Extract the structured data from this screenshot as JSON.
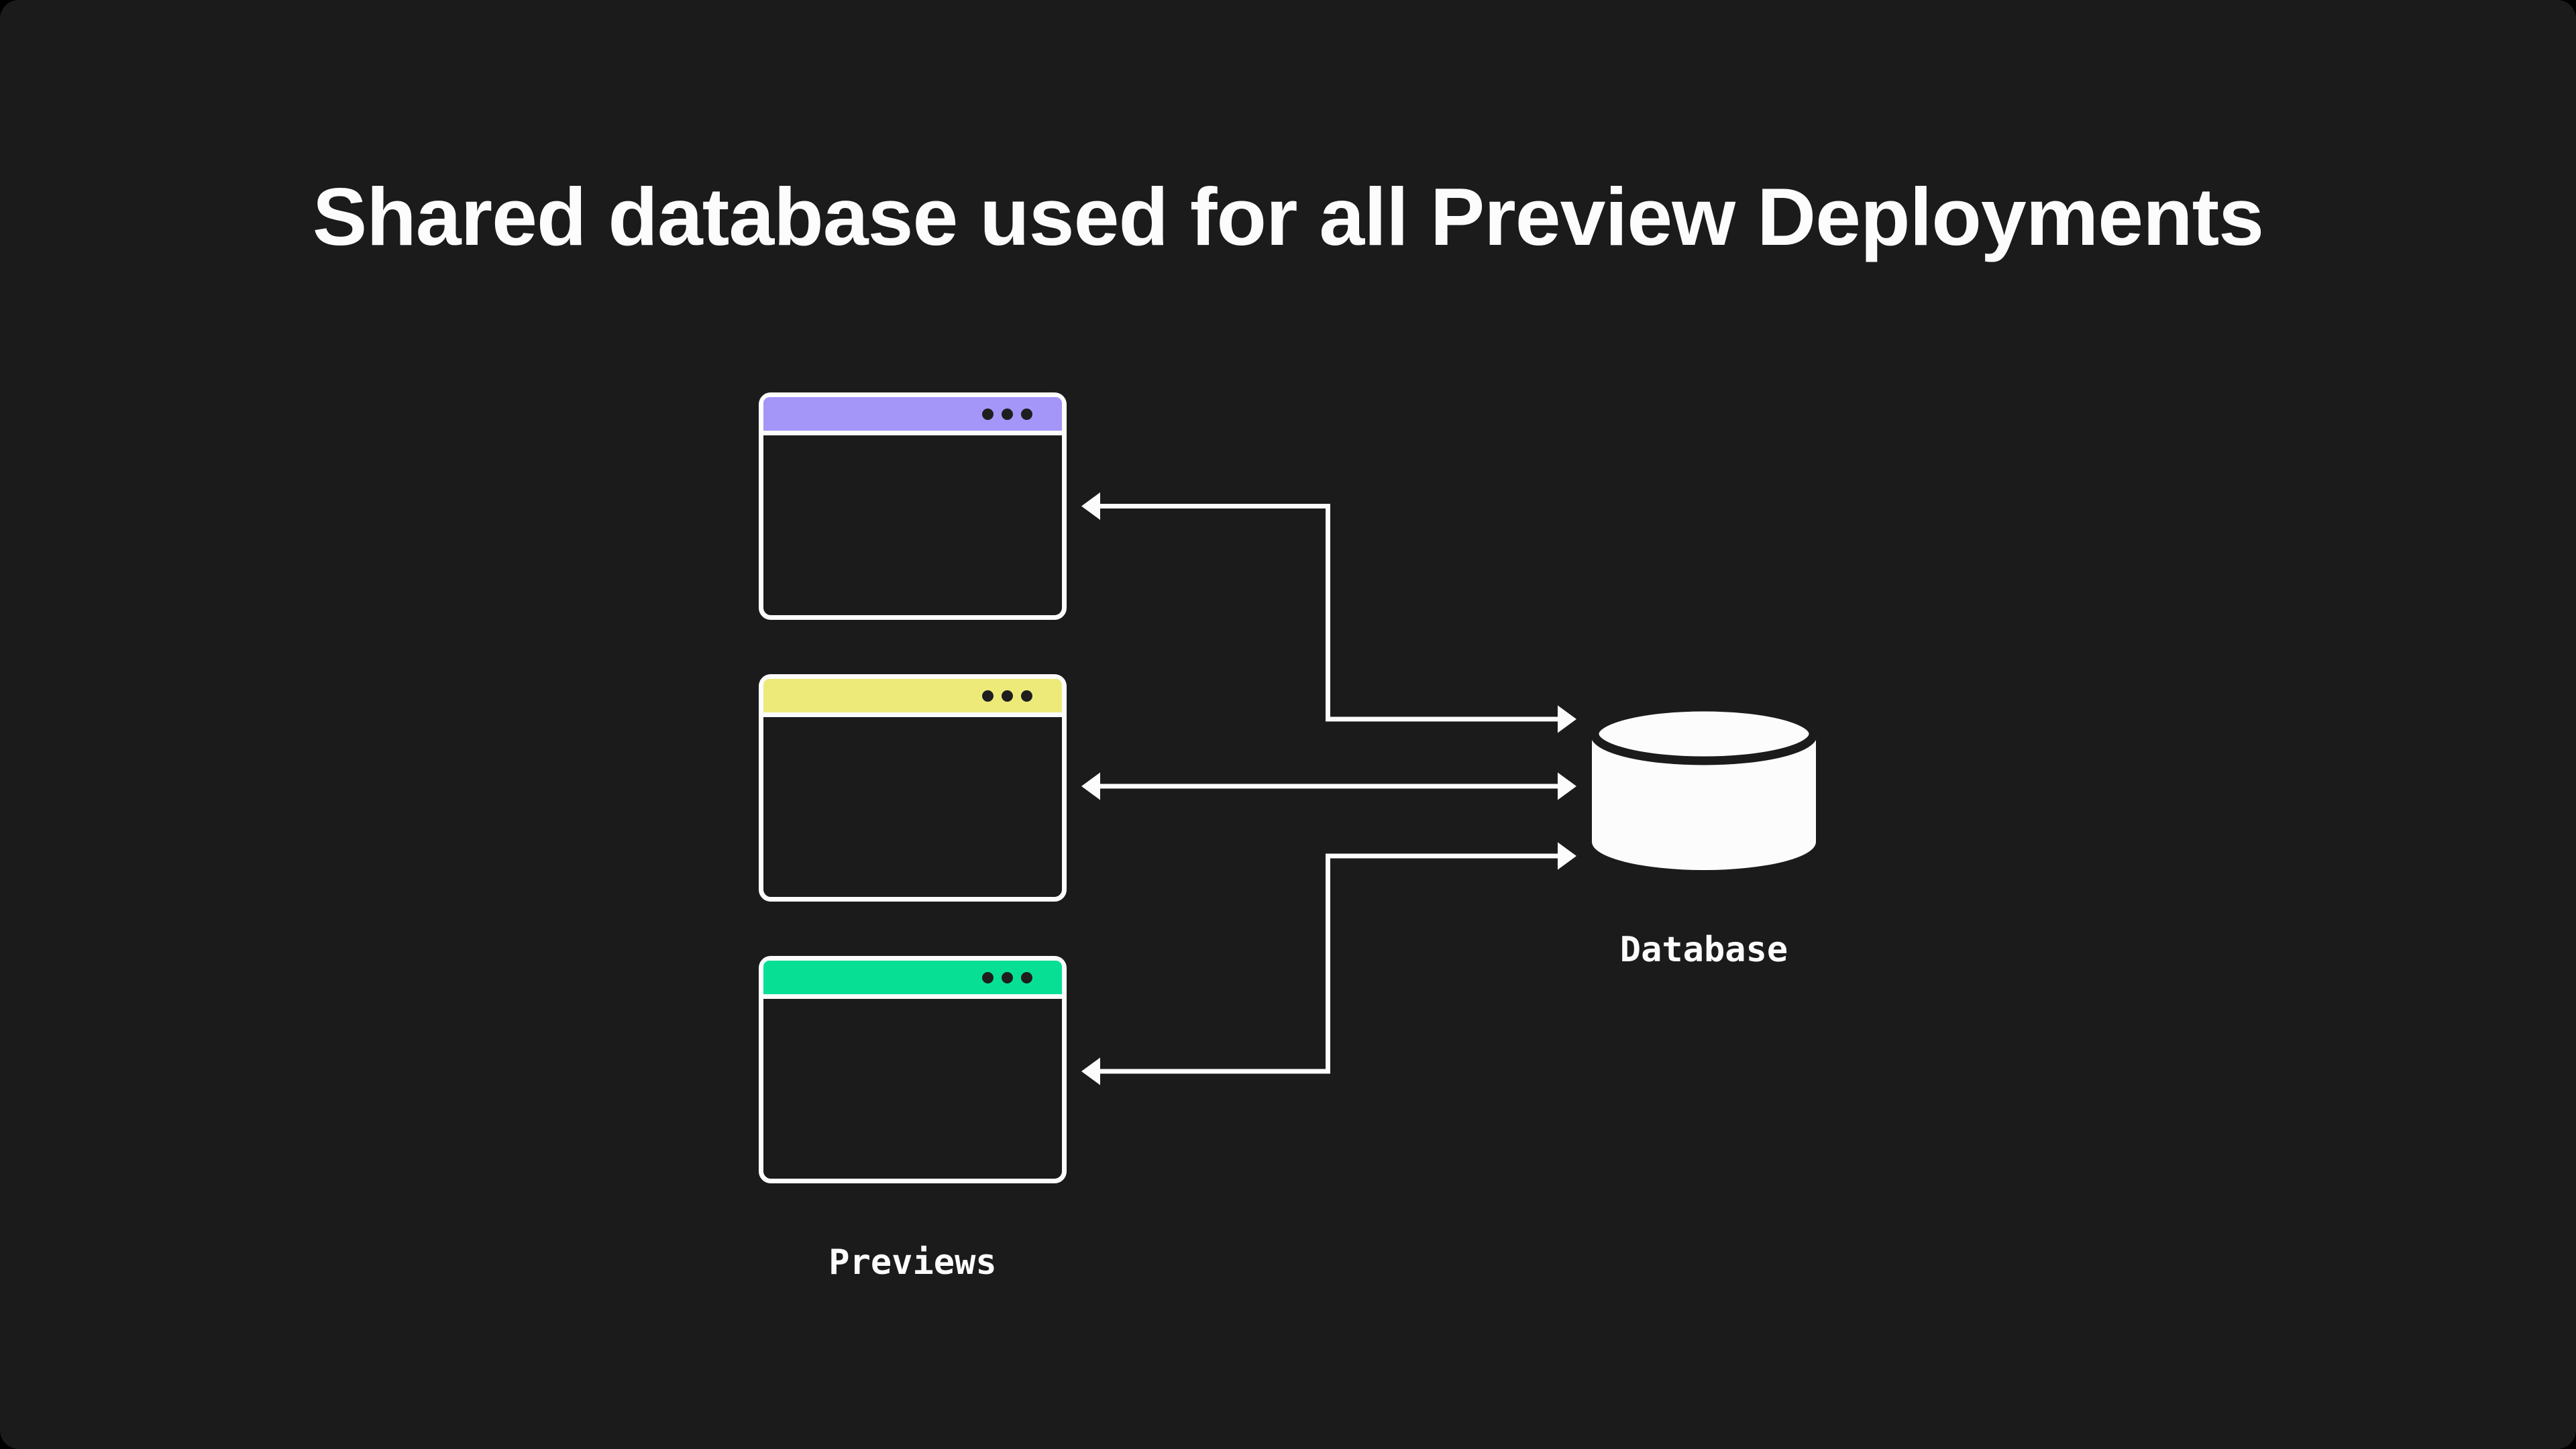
{
  "title": "Shared database used for all Preview Deployments",
  "previews": {
    "label": "Previews",
    "windows": [
      {
        "id": "preview-window-1",
        "titlebar_color": "#a495f8"
      },
      {
        "id": "preview-window-2",
        "titlebar_color": "#edea7a"
      },
      {
        "id": "preview-window-3",
        "titlebar_color": "#07e094"
      }
    ]
  },
  "database": {
    "label": "Database",
    "icon": "database-cylinder-icon",
    "fill_color": "#fcfcfc"
  },
  "connections": [
    {
      "from": "preview-window-1",
      "to": "database",
      "bidirectional": true,
      "shape": "elbow-down"
    },
    {
      "from": "preview-window-2",
      "to": "database",
      "bidirectional": true,
      "shape": "straight"
    },
    {
      "from": "preview-window-3",
      "to": "database",
      "bidirectional": true,
      "shape": "elbow-up"
    }
  ],
  "colors": {
    "background": "#1b1b1b",
    "foreground": "#fcfcfc",
    "window_dot": "#1e1e1e",
    "titlebar_purple": "#a495f8",
    "titlebar_yellow": "#edea7a",
    "titlebar_green": "#07e094"
  }
}
